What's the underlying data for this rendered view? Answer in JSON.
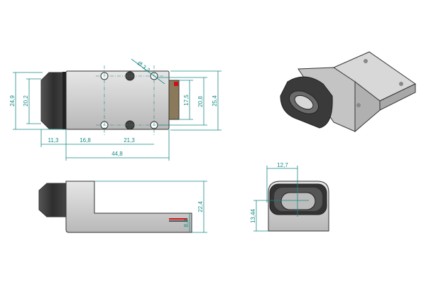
{
  "top_view": {
    "dims": {
      "overall_height": "24,9",
      "cap_height": "20,2",
      "connector_height": "17,5",
      "hole_spacing_vertical": "20,8",
      "body_height": "25,4",
      "cap_length": "11,3",
      "hole_offset": "16,8",
      "hole_spacing_horizontal": "21,3",
      "body_length": "44,8",
      "hole_diameter": "Ø 3,2"
    }
  },
  "side_view": {
    "dims": {
      "total_height": "22,4",
      "base_height": "8,8"
    }
  },
  "front_view": {
    "dims": {
      "center_offset_x": "12,7",
      "center_height": "13,44"
    }
  },
  "colors": {
    "dimension": "#1a8a86",
    "body": "#c8c8c8",
    "cap": "#3a3a3a",
    "connector_marker": "#d01010"
  }
}
